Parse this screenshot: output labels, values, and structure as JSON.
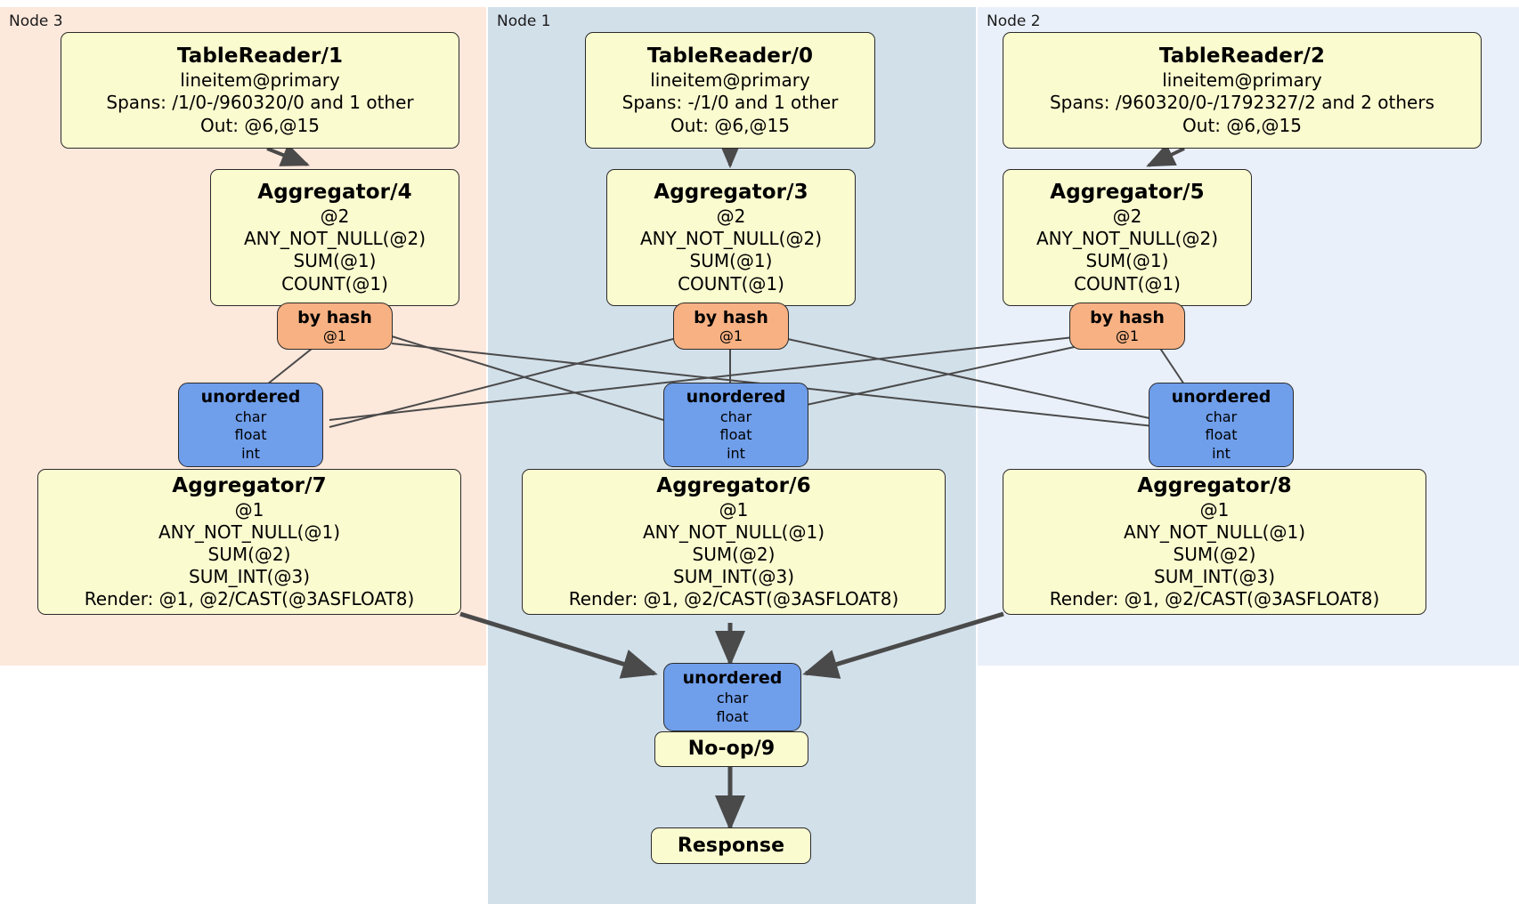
{
  "diagram": {
    "type": "distributed-query-plan",
    "title": "DistSQL physical plan",
    "colors": {
      "node3_panel": "#fde8dc",
      "node1_panel": "#d2e0ea",
      "node2_panel": "#eaf0fa",
      "processor_box": "#fbfbd0",
      "router_box": "#f7b183",
      "synchronizer_box": "#6f9eeb",
      "edge_stroke": "#4a4a4a",
      "border": "#2b2b2b"
    }
  },
  "nodes": [
    {
      "id": "node3",
      "label": "Node 3"
    },
    {
      "id": "node1",
      "label": "Node 1"
    },
    {
      "id": "node2",
      "label": "Node 2"
    }
  ],
  "processors": {
    "tablereader_1": {
      "title": "TableReader/1",
      "lines": [
        "lineitem@primary",
        "Spans: /1/0-/960320/0 and 1 other",
        "Out: @6,@15"
      ]
    },
    "tablereader_0": {
      "title": "TableReader/0",
      "lines": [
        "lineitem@primary",
        "Spans: -/1/0 and 1 other",
        "Out: @6,@15"
      ]
    },
    "tablereader_2": {
      "title": "TableReader/2",
      "lines": [
        "lineitem@primary",
        "Spans: /960320/0-/1792327/2 and 2 others",
        "Out: @6,@15"
      ]
    },
    "aggregator_4": {
      "title": "Aggregator/4",
      "lines": [
        "@2",
        "ANY_NOT_NULL(@2)",
        "SUM(@1)",
        "COUNT(@1)"
      ]
    },
    "aggregator_3": {
      "title": "Aggregator/3",
      "lines": [
        "@2",
        "ANY_NOT_NULL(@2)",
        "SUM(@1)",
        "COUNT(@1)"
      ]
    },
    "aggregator_5": {
      "title": "Aggregator/5",
      "lines": [
        "@2",
        "ANY_NOT_NULL(@2)",
        "SUM(@1)",
        "COUNT(@1)"
      ]
    },
    "aggregator_7": {
      "title": "Aggregator/7",
      "lines": [
        "@1",
        "ANY_NOT_NULL(@1)",
        "SUM(@2)",
        "SUM_INT(@3)",
        "Render: @1, @2/CAST(@3ASFLOAT8)"
      ]
    },
    "aggregator_6": {
      "title": "Aggregator/6",
      "lines": [
        "@1",
        "ANY_NOT_NULL(@1)",
        "SUM(@2)",
        "SUM_INT(@3)",
        "Render: @1, @2/CAST(@3ASFLOAT8)"
      ]
    },
    "aggregator_8": {
      "title": "Aggregator/8",
      "lines": [
        "@1",
        "ANY_NOT_NULL(@1)",
        "SUM(@2)",
        "SUM_INT(@3)",
        "Render: @1, @2/CAST(@3ASFLOAT8)"
      ]
    },
    "noop_9": {
      "title": "No-op/9",
      "lines": []
    },
    "response": {
      "title": "Response",
      "lines": []
    }
  },
  "routers": {
    "byhash_4": {
      "title": "by hash",
      "lines": [
        "@1"
      ]
    },
    "byhash_3": {
      "title": "by hash",
      "lines": [
        "@1"
      ]
    },
    "byhash_5": {
      "title": "by hash",
      "lines": [
        "@1"
      ]
    }
  },
  "synchronizers": {
    "sync_7": {
      "title": "unordered",
      "lines": [
        "char",
        "float",
        "int"
      ]
    },
    "sync_6": {
      "title": "unordered",
      "lines": [
        "char",
        "float",
        "int"
      ]
    },
    "sync_8": {
      "title": "unordered",
      "lines": [
        "char",
        "float",
        "int"
      ]
    },
    "sync_final": {
      "title": "unordered",
      "lines": [
        "char",
        "float"
      ]
    }
  }
}
